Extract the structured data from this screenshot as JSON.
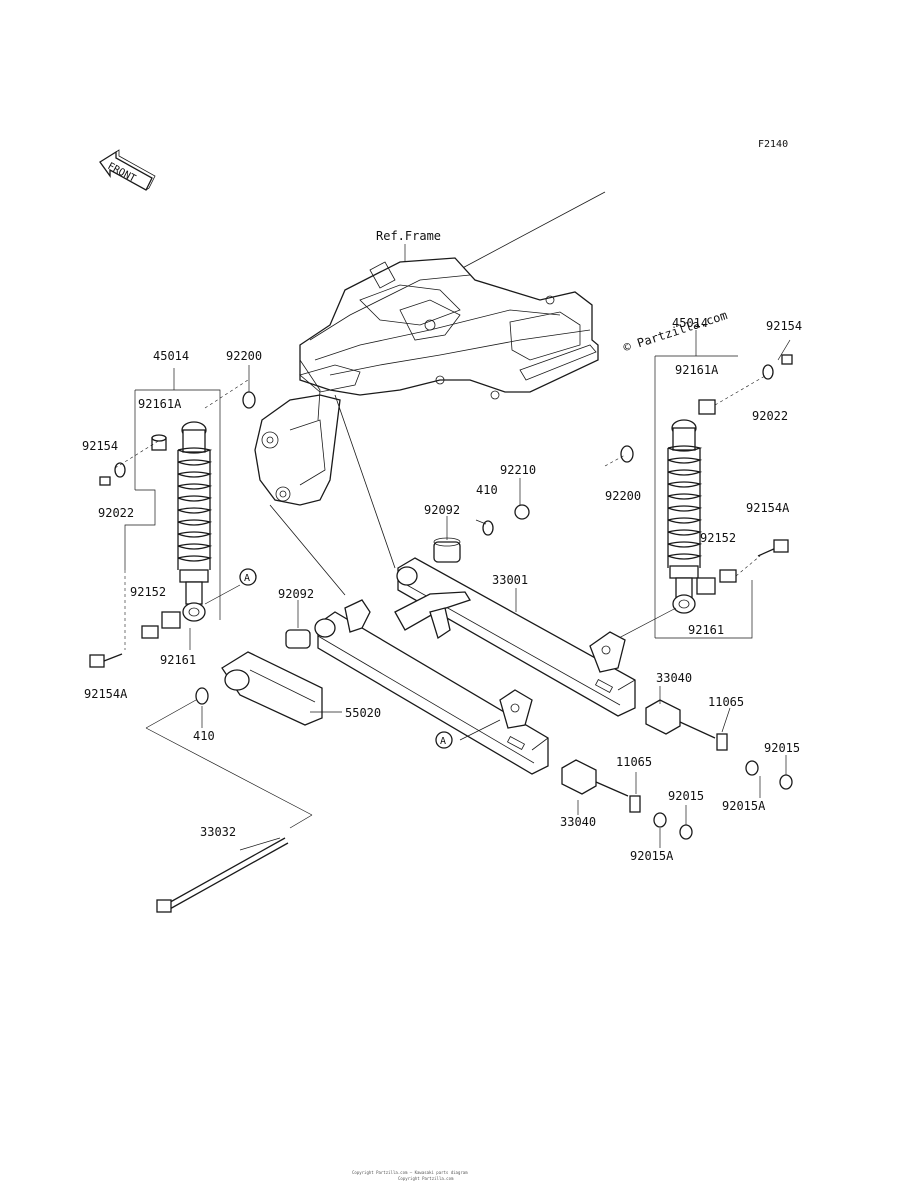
{
  "diagram": {
    "code": "F2140",
    "front_arrow": "FRONT",
    "ref_frame": "Ref.Frame",
    "watermark": "© Partzilla.com",
    "footer": [
      "Copyright Partzilla.com — Kawasaki parts diagram",
      "Copyright Partzilla.com"
    ],
    "labels": {
      "l45014_left": "45014",
      "l45014_right": "45014",
      "l92200_left": "92200",
      "l92200_right": "92200",
      "l92161A_left": "92161A",
      "l92161A_right": "92161A",
      "l92154_left": "92154",
      "l92154_right": "92154",
      "l92022_left": "92022",
      "l92022_right": "92022",
      "l92152_left": "92152",
      "l92152_right": "92152",
      "l92161_left": "92161",
      "l92161_right": "92161",
      "l92154A_left": "92154A",
      "l92154A_right": "92154A",
      "l92210": "92210",
      "l410_top": "410",
      "l410_bottom": "410",
      "l92092_top": "92092",
      "l92092_mid": "92092",
      "l33001": "33001",
      "l55020": "55020",
      "l33032": "33032",
      "l33040_right": "33040",
      "l33040_left": "33040",
      "l11065_right": "11065",
      "l11065_left": "11065",
      "l92015_right": "92015",
      "l92015_left": "92015",
      "l92015A_right": "92015A",
      "l92015A_left": "92015A",
      "circleA": "A"
    }
  }
}
